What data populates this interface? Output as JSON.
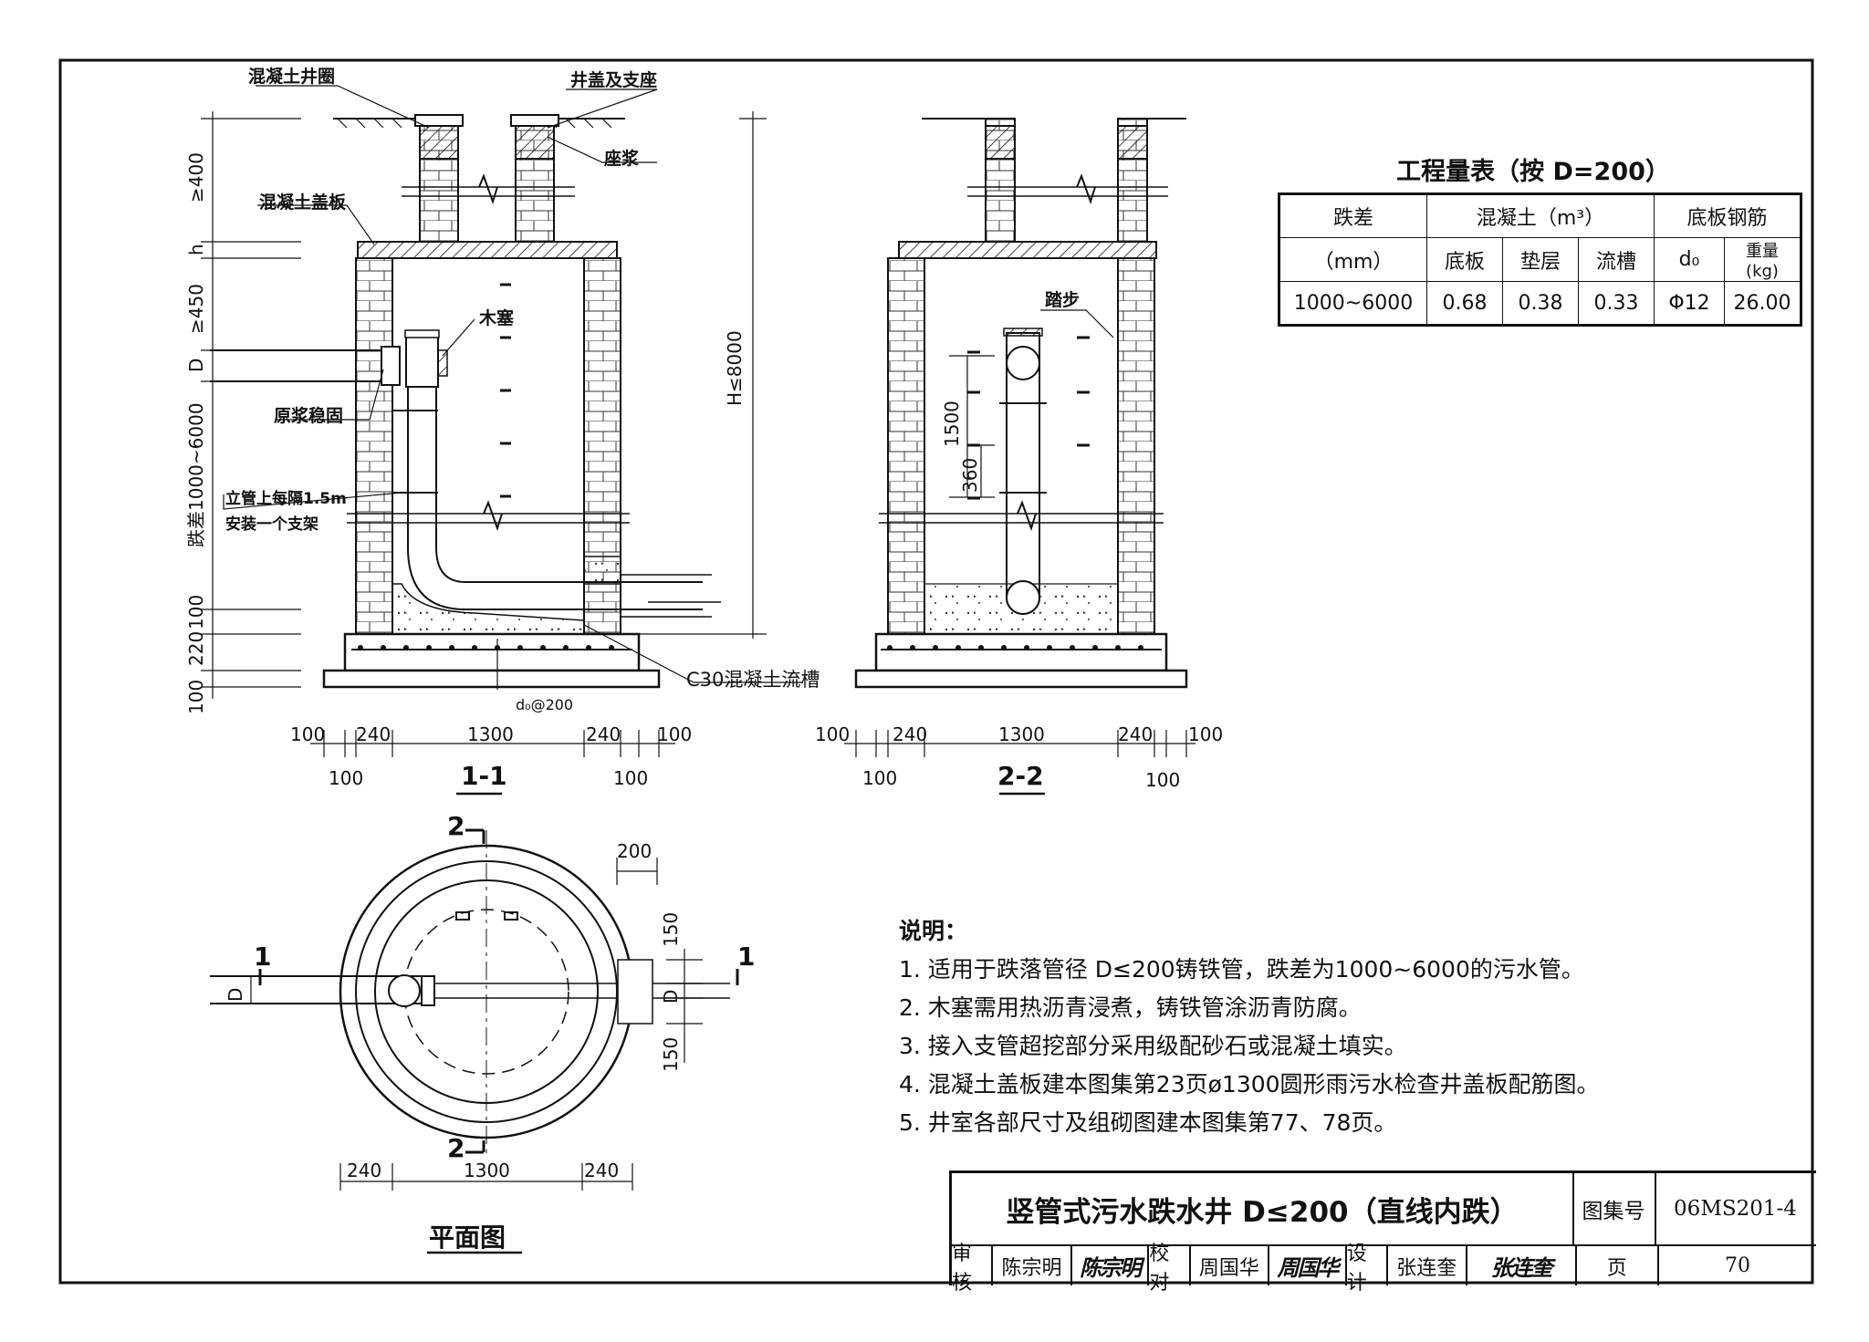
{
  "labels": {
    "ring": "混凝土井圈",
    "cover": "井盖及支座",
    "mortar": "座浆",
    "slab": "混凝土盖板",
    "plug": "木塞",
    "grout": "原浆稳固",
    "bracket1": "立管上每隔1.5m",
    "bracket2": "安装一个支架",
    "flow_channel": "C30混凝土流槽",
    "rebar": "d₀@200",
    "step": "踏步",
    "max_h": "H≤8000",
    "drop": "跌差1000~6000"
  },
  "dims": {
    "d400": "≥400",
    "dh": "h",
    "d450": "≥450",
    "dD": "D",
    "d100": "100",
    "d220": "220",
    "d1500": "1500",
    "d360": "360",
    "d200": "200",
    "d150": "150",
    "w100": "100",
    "w240": "240",
    "w1300": "1300"
  },
  "sections": {
    "s11": "1-1",
    "s22": "2-2",
    "plan": "平面图",
    "cut1": "1",
    "cut2": "2"
  },
  "table": {
    "title": "工程量表（按 D=200）",
    "h_drop": "跌差",
    "h_concrete": "混凝土（m³）",
    "h_steel": "底板钢筋",
    "h_unit": "（mm）",
    "h_base": "底板",
    "h_cushion": "垫层",
    "h_channel": "流槽",
    "h_d0": "d₀",
    "h_weight": "重量(kg)",
    "row": [
      "1000~6000",
      "0.68",
      "0.38",
      "0.33",
      "Φ12",
      "26.00"
    ]
  },
  "notes": {
    "heading": "说明：",
    "items": [
      "1. 适用于跌落管径 D≤200铸铁管，跌差为1000~6000的污水管。",
      "2. 木塞需用热沥青浸煮，铸铁管涂沥青防腐。",
      "3. 接入支管超挖部分采用级配砂石或混凝土填实。",
      "4. 混凝土盖板建本图集第23页ø1300圆形雨污水检查井盖板配筋图。",
      "5. 井室各部尺寸及组砌图建本图集第77、78页。"
    ]
  },
  "title_block": {
    "title": "竖管式污水跌水井 D≤200（直线内跌）",
    "atlas_label": "图集号",
    "atlas_no": "06MS201-4",
    "review": "审核",
    "reviewer": "陈宗明",
    "check": "校对",
    "checker": "周国华",
    "design": "设计",
    "designer": "张连奎",
    "page_label": "页",
    "page_no": "70"
  }
}
